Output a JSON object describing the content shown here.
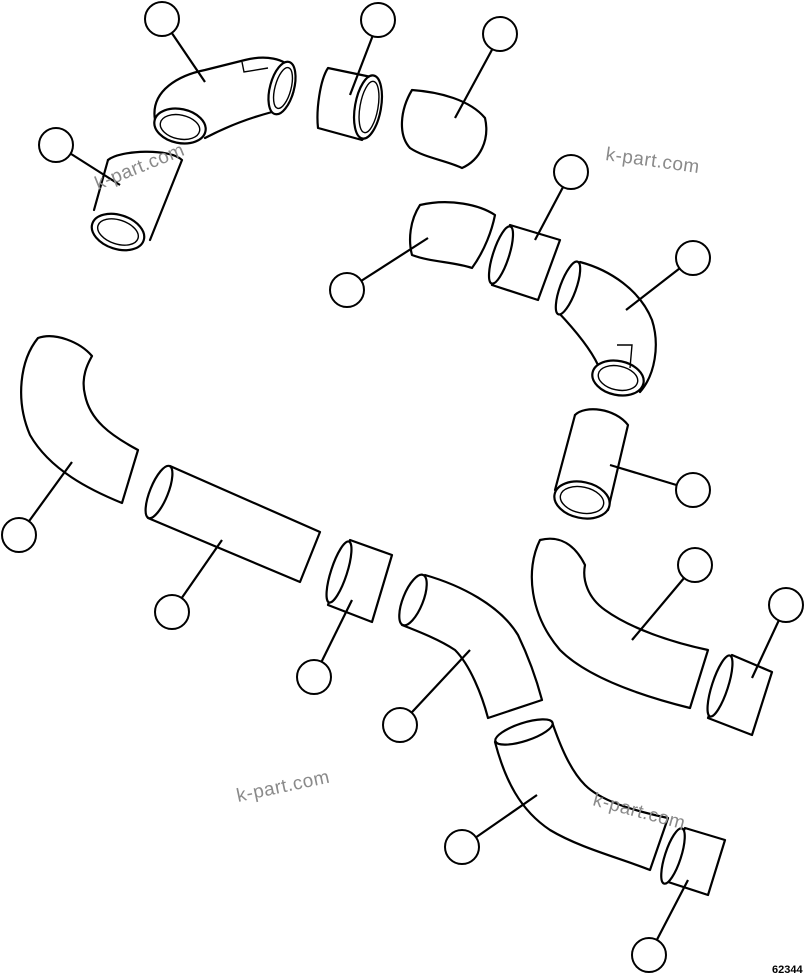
{
  "figure_number": "62344",
  "watermark_text": "k-part.com",
  "callout_count": 16,
  "colors": {
    "line": "#000000",
    "background": "#ffffff",
    "watermark": "#8a8a8a"
  }
}
